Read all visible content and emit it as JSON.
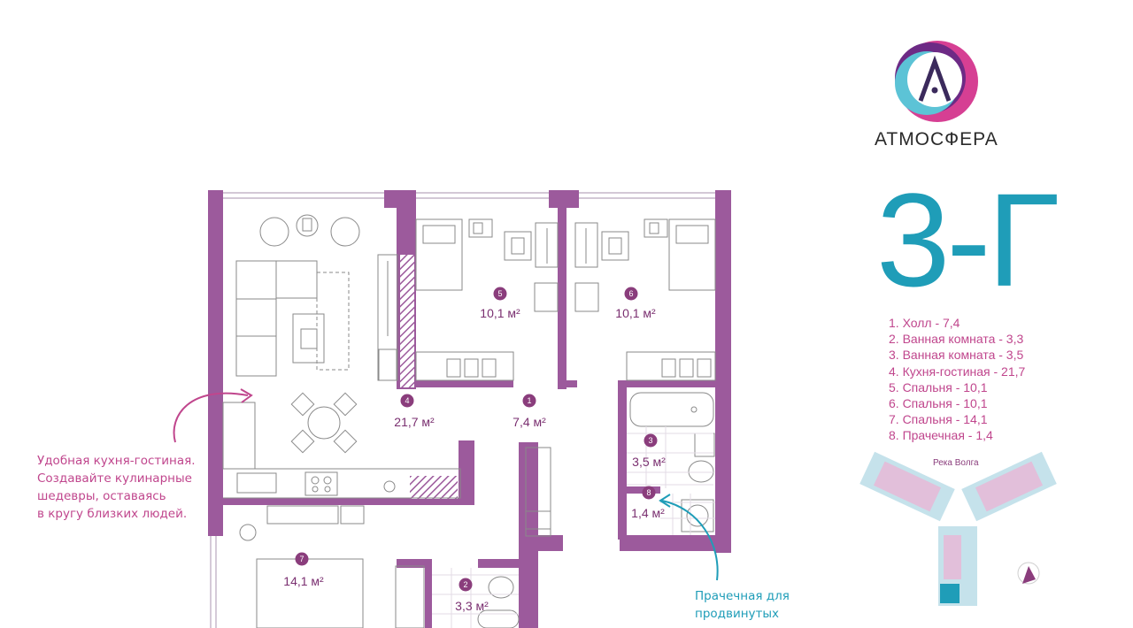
{
  "brand": {
    "name": "АТМОСФЕРА",
    "logo_icon": "atmosfera-logo-icon"
  },
  "apartment": {
    "code": "3-Г"
  },
  "legend": [
    "1. Холл - 7,4",
    "2. Ванная комната - 3,3",
    "3. Ванная комната - 3,5",
    "4. Кухня-гостиная - 21,7",
    "5. Спальня - 10,1",
    "6. Спальня - 10,1",
    "7. Спальня - 14,1",
    "8. Прачечная - 1,4"
  ],
  "rooms": [
    {
      "num": "1",
      "area": "7,4 м²"
    },
    {
      "num": "2",
      "area": "3,3 м²"
    },
    {
      "num": "3",
      "area": "3,5 м²"
    },
    {
      "num": "4",
      "area": "21,7 м²"
    },
    {
      "num": "5",
      "area": "10,1 м²"
    },
    {
      "num": "6",
      "area": "10,1 м²"
    },
    {
      "num": "7",
      "area": "14,1 м²"
    },
    {
      "num": "8",
      "area": "1,4 м²"
    }
  ],
  "notes": {
    "kitchen": [
      "Удобная кухня-гостиная.",
      "Создавайте кулинарные",
      "шедевры, оставаясь",
      "в кругу близких людей."
    ],
    "laundry": [
      "Прачечная для",
      "продвинутых"
    ]
  },
  "site_map": {
    "river_label": "Река Волга"
  },
  "colors": {
    "wall": "#9c5a9c",
    "accent_teal": "#1f9db8",
    "accent_pink": "#c0468d",
    "marker": "#8a3d7c"
  }
}
